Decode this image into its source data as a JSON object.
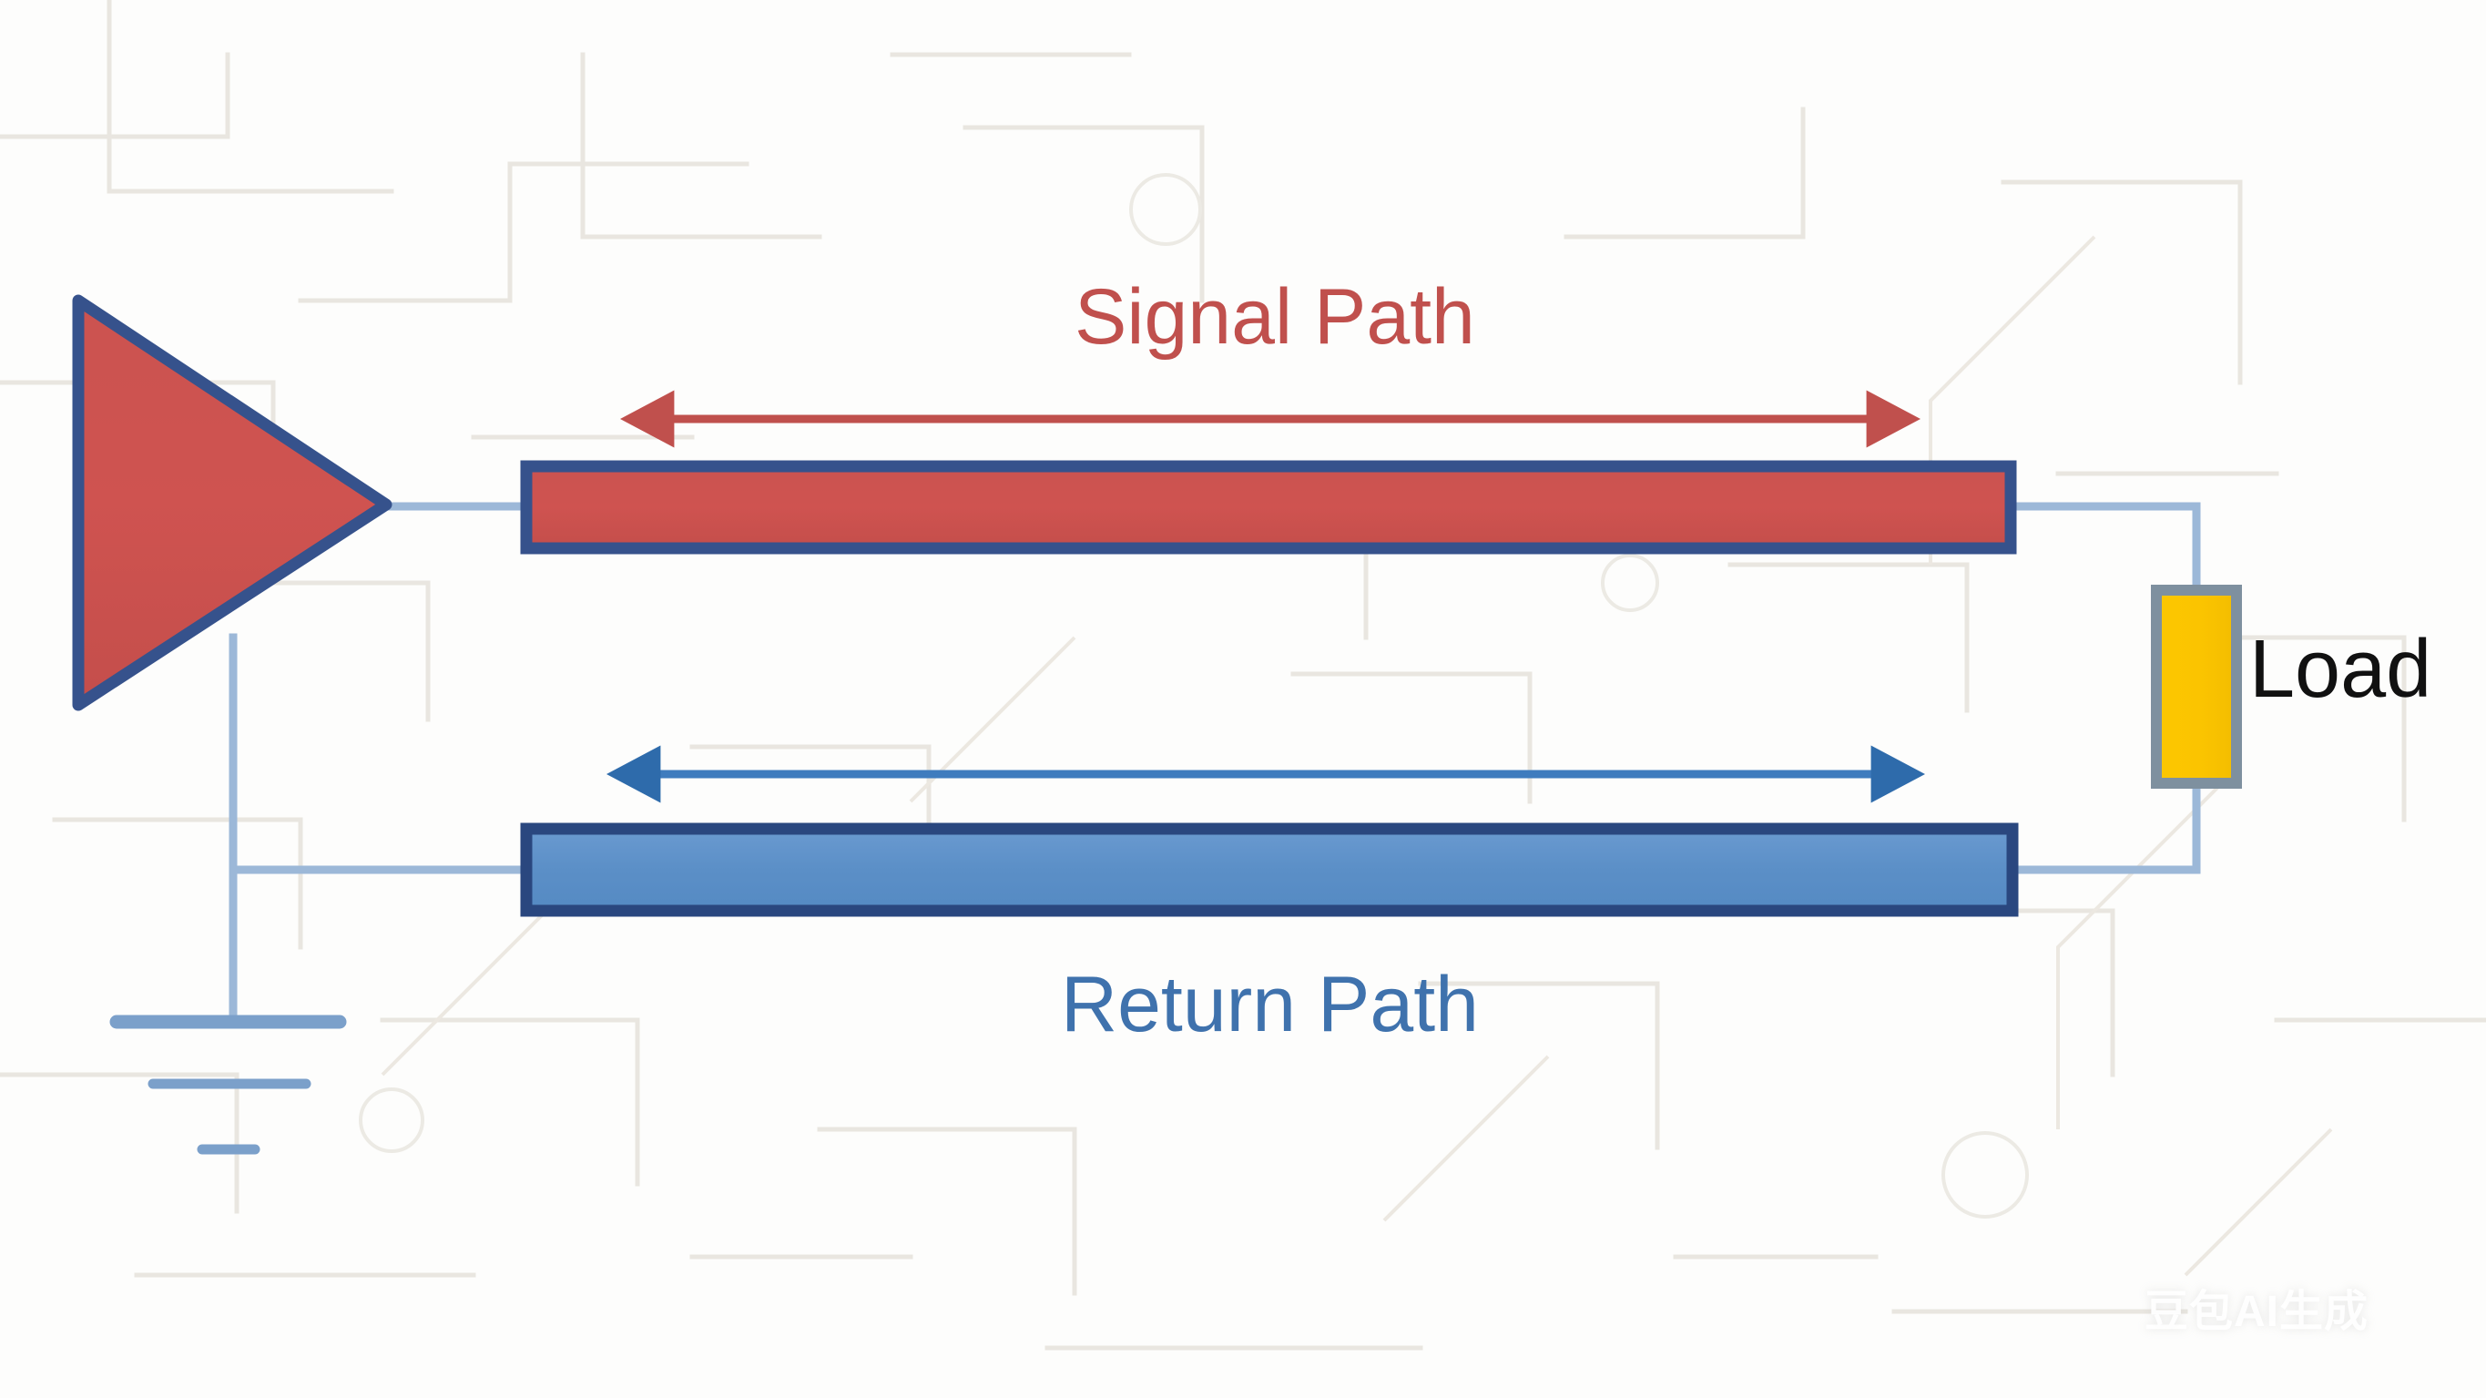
{
  "diagram": {
    "title_signal": "Signal Path",
    "title_return": "Return Path",
    "load_label": "Load",
    "watermark": "豆包AI生成",
    "colors": {
      "signal_red": "#c0504d",
      "signal_red_fill": "#cf5350",
      "return_blue": "#3f72ad",
      "return_blue_fill": "#5b8fc7",
      "trace_border": "#36528c",
      "wire": "#9cb8d8",
      "load_fill": "#fbc400",
      "load_border": "#7e909f",
      "text_black": "#111111",
      "background": "#fdfdfc"
    },
    "components": {
      "amplifier": "driver-amplifier-triangle",
      "signal_trace": "signal-trace-bar",
      "return_trace": "return-trace-bar",
      "load_resistor": "load-resistor",
      "ground": "ground-symbol"
    },
    "arrows": {
      "signal_direction": "bidirectional",
      "return_direction": "bidirectional"
    }
  }
}
